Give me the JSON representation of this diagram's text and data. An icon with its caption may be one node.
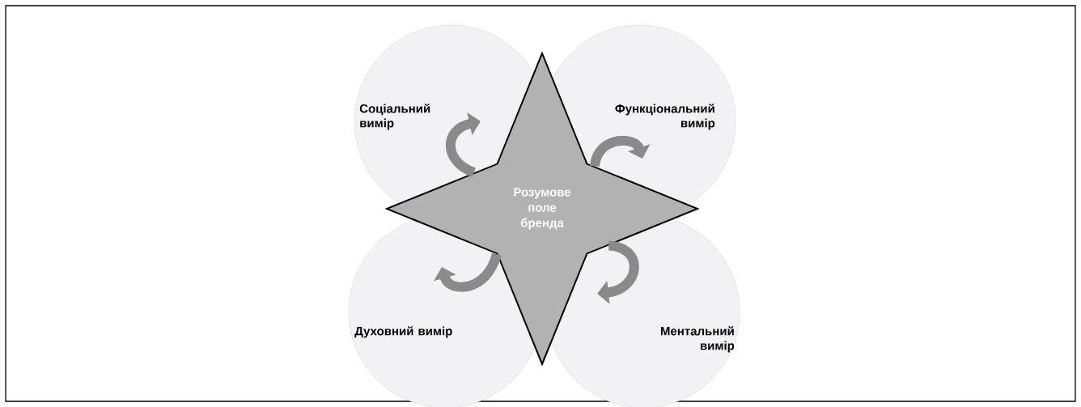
{
  "diagram": {
    "nodes": [
      {
        "text": [
          "Соціальний вимір"
        ]
      },
      {
        "text": [
          "Функціональний вимір"
        ]
      },
      {
        "text": [
          "Духовний вимір"
        ]
      },
      {
        "text": [
          "Ментальний вимір"
        ]
      },
      {
        "text": [
          "Розумове поле бренда"
        ]
      }
    ],
    "edges": [
      {
        "from": 4,
        "to": 0,
        "arrow": "to"
      },
      {
        "from": 4,
        "to": 1,
        "arrow": "to"
      },
      {
        "from": 4,
        "to": 2,
        "arrow": "to"
      },
      {
        "from": 4,
        "to": 3,
        "arrow": "to"
      }
    ]
  }
}
